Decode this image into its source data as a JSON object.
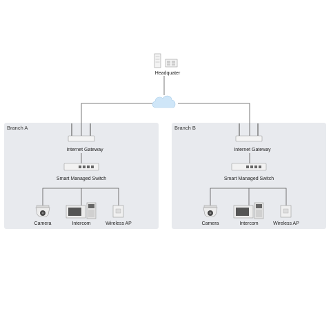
{
  "headquarter": {
    "label": "Headquater"
  },
  "branches": [
    {
      "title": "Branch A",
      "gateway_label": "Internet Gateway",
      "switch_label": "Smart Managed Switch",
      "devices": [
        "Camera",
        "Intercom",
        "Wireless AP"
      ]
    },
    {
      "title": "Branch B",
      "gateway_label": "Internet Gateway",
      "switch_label": "Smart Managed Switch",
      "devices": [
        "Camera",
        "Intercom",
        "Wireless AP"
      ]
    }
  ],
  "icons": [
    "server-icon",
    "cloud-icon",
    "router-icon",
    "switch-icon",
    "dome-camera-icon",
    "intercom-icon",
    "access-point-icon"
  ],
  "colors": {
    "panel": "#e8eaee",
    "line": "#555555",
    "cloud": "#cfe6f8"
  }
}
